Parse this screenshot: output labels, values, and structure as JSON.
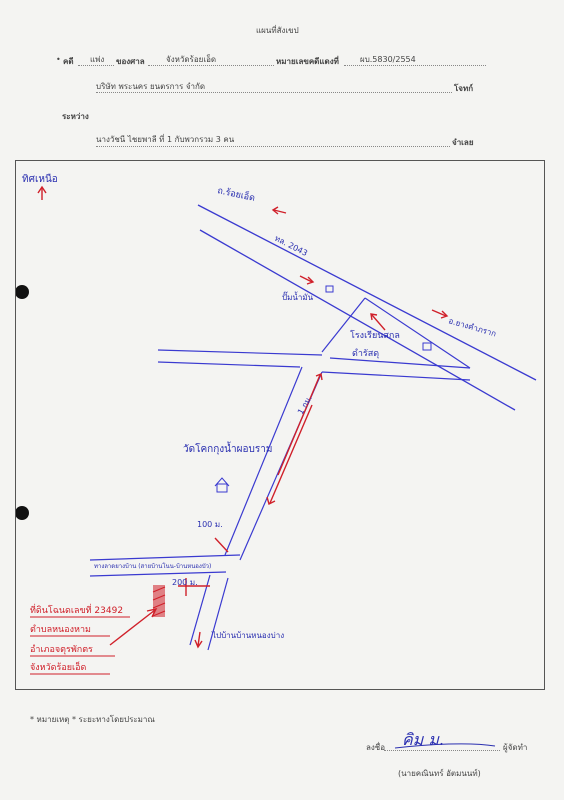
{
  "header": {
    "title": "แผนที่สังเขป",
    "case_label": "คดี",
    "court_prefix": "แพ่ง",
    "court_label": "ของศาล",
    "court_name": "จังหวัดร้อยเอ็ด",
    "black_case_label": "หมายเลขคดีแดงที่",
    "black_case_no": "ผบ.5830/2554",
    "plaintiff": "บริษัท พระนคร ยนตรการ จำกัด",
    "plaintiff_label": "โจทก์",
    "between_label": "ระหว่าง",
    "defendant": "นางวัชนี ไชยพาลี ที่ 1 กับพวกรวม 3 คน",
    "defendant_label": "จำเลย"
  },
  "map": {
    "north_label": "ทิศเหนือ",
    "to_roiet": "ถ.ร้อยเอ็ด",
    "road_no": "ทล. 2043",
    "gas_station": "ปั๊มน้ำมัน",
    "to_yang": "อ.ยางคำภราก",
    "school_line1": "โรงเรียนสกล",
    "school_line2": "ดำรัสดุ",
    "distance_1km": "1 กม.",
    "temple": "วัดโคกกุงน้ำผอบราม",
    "distance_100m": "100 ม.",
    "distance_200m": "200 ม.",
    "side_road": "ทางลาดยางบ้าน (สายบ้านโนน-บ้านหนองบัว)",
    "village_road": "ไปบ้านบ้านหนองบ่าง",
    "parcel_line1": "ที่ดินโฉนดเลขที่ 23492",
    "parcel_line2": "ตำบลหนองหาม",
    "parcel_line3": "อำเภอจตุรพักตร",
    "parcel_line4": "จังหวัดร้อยเอ็ด"
  },
  "footer": {
    "note": "* หมายเหตุ * ระยะทางโดยประมาณ",
    "sign_label": "ลงชื่อ",
    "signature_text": "คิม ม.",
    "role_label": "ผู้จัดทำ",
    "signer_name": "(นายคณินทร์ อัตมนนท์)"
  },
  "colors": {
    "ink_blue": "#2a2fb0",
    "ink_red": "#d0202a",
    "road": "#3a3ad0"
  }
}
